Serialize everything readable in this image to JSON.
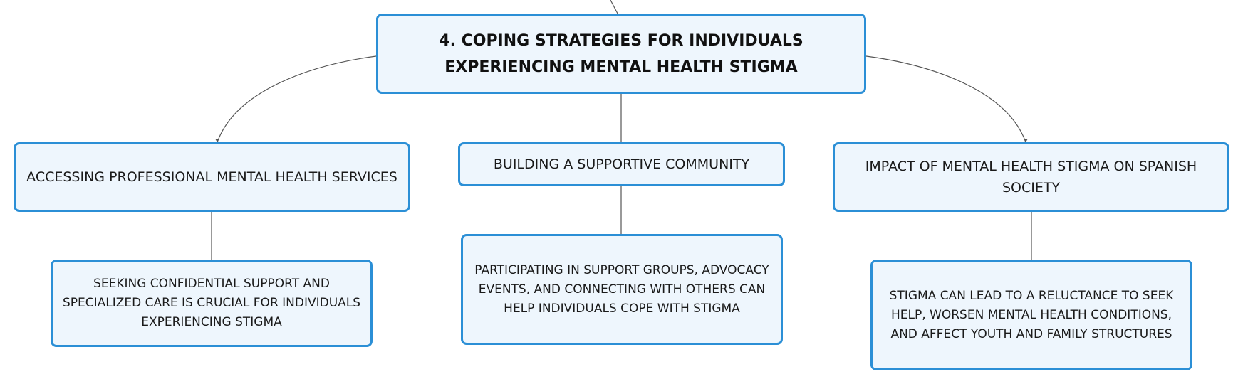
{
  "root": {
    "title": "4. COPING STRATEGIES FOR INDIVIDUALS EXPERIENCING MENTAL HEALTH STIGMA"
  },
  "branches": [
    {
      "label": "ACCESSING PROFESSIONAL MENTAL HEALTH SERVICES",
      "detail": "SEEKING CONFIDENTIAL SUPPORT AND SPECIALIZED CARE IS CRUCIAL FOR INDIVIDUALS EXPERIENCING STIGMA"
    },
    {
      "label": "BUILDING A SUPPORTIVE COMMUNITY",
      "detail": "PARTICIPATING IN SUPPORT GROUPS, ADVOCACY EVENTS, AND CONNECTING WITH OTHERS CAN HELP INDIVIDUALS COPE WITH STIGMA"
    },
    {
      "label": "IMPACT OF MENTAL HEALTH STIGMA ON SPANISH SOCIETY",
      "detail": "STIGMA CAN LEAD TO A RELUCTANCE TO SEEK HELP, WORSEN MENTAL HEALTH CONDITIONS, AND AFFECT YOUTH AND FAMILY STRUCTURES"
    }
  ],
  "colors": {
    "node_border": "#2b8fd6",
    "node_fill": "#eef6fd",
    "connector": "#555555",
    "text": "#1a1a1a"
  }
}
